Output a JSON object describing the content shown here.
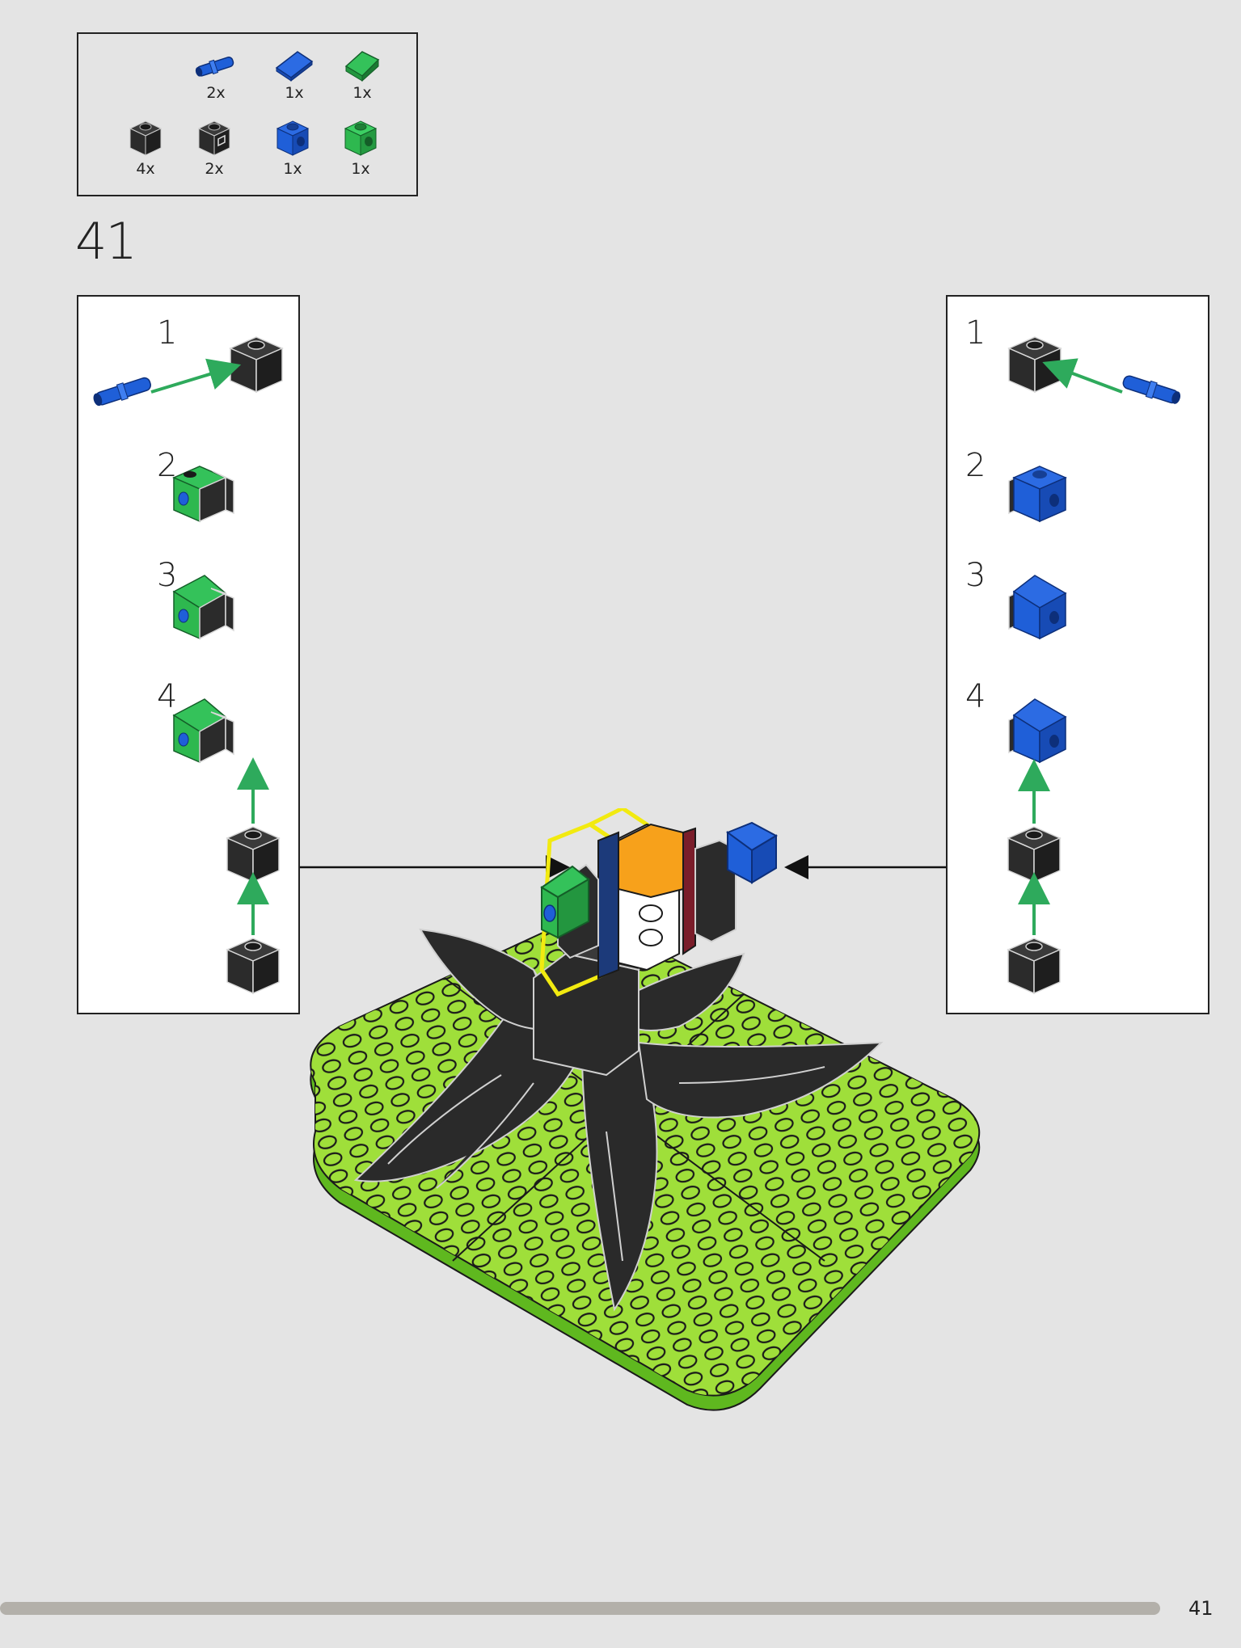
{
  "step": {
    "number": "41"
  },
  "parts": [
    {
      "name": "blue-pin",
      "qty": "2x",
      "color": "#1f5fd8"
    },
    {
      "name": "blue-slope",
      "qty": "1x",
      "color": "#1f5fd8"
    },
    {
      "name": "green-slope",
      "qty": "1x",
      "color": "#2eb84f"
    },
    {
      "name": "black-brick-1x1",
      "qty": "4x",
      "color": "#2b2b2b"
    },
    {
      "name": "black-brick-pinhole",
      "qty": "2x",
      "color": "#2b2b2b"
    },
    {
      "name": "blue-brick-hole",
      "qty": "1x",
      "color": "#1f5fd8"
    },
    {
      "name": "green-brick-hole",
      "qty": "1x",
      "color": "#2eb84f"
    }
  ],
  "left_substeps": [
    "1",
    "2",
    "3",
    "4"
  ],
  "right_substeps": [
    "1",
    "2",
    "3",
    "4"
  ],
  "page": {
    "number": "41",
    "progress": 0.935
  },
  "colors": {
    "baseplate": "#9fdf3a",
    "stud_dark": "#1a1a1a",
    "black_part": "#2b2b2b",
    "arrow_green": "#2eaa5c",
    "highlight": "#f2ea10",
    "orange": "#f7a11b",
    "dark_red": "#7a1d2a",
    "navy": "#1c3a7a"
  }
}
